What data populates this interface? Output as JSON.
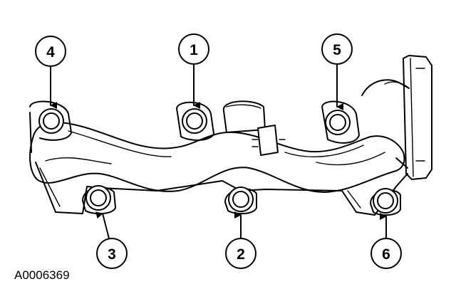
{
  "figure_id": "A0006369",
  "callouts": [
    {
      "number": "1"
    },
    {
      "number": "2"
    },
    {
      "number": "3"
    },
    {
      "number": "4"
    },
    {
      "number": "5"
    },
    {
      "number": "6"
    }
  ]
}
